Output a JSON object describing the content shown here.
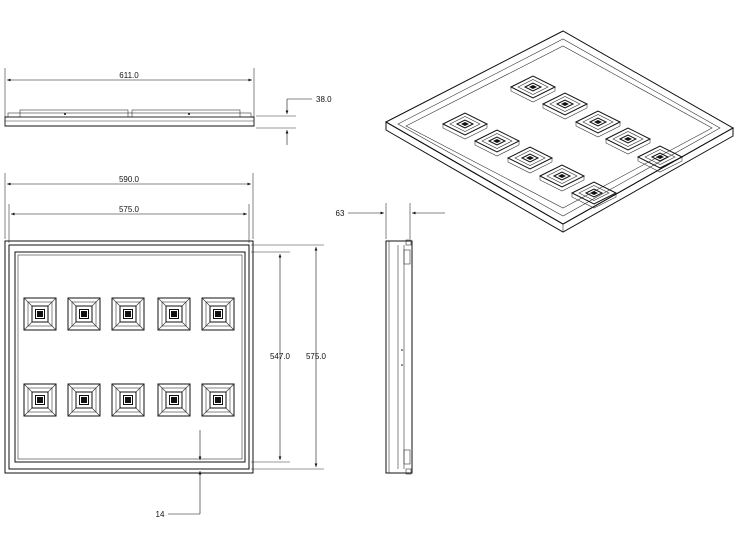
{
  "dimensions": {
    "overall_width": "611.0",
    "height": "38.0",
    "frame_width": "590.0",
    "inner_width": "575.0",
    "inner_height": "547.0",
    "outer_height": "575.0",
    "side_depth": "63",
    "border": "14"
  },
  "colors": {
    "line": "#111111",
    "background": "#ffffff"
  }
}
